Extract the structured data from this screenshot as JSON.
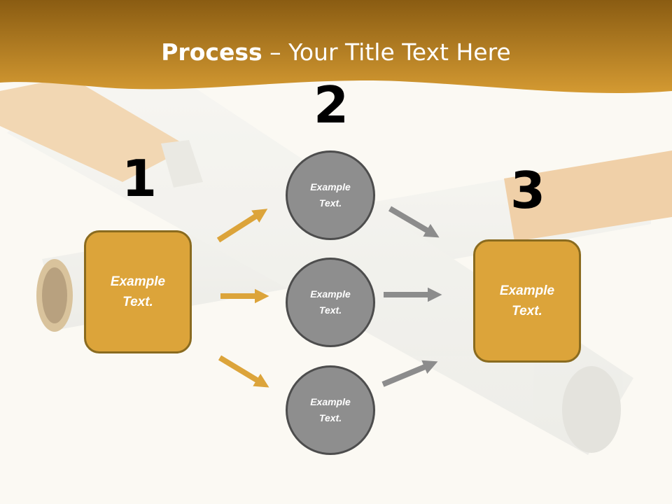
{
  "title": {
    "strong": "Process",
    "rest": " – Your Title Text Here"
  },
  "steps": [
    {
      "number": "1",
      "text": "Example Text."
    },
    {
      "number": "2"
    },
    {
      "number": "3",
      "text": "Example Text."
    }
  ],
  "circles": [
    {
      "text": "Example Text."
    },
    {
      "text": "Example Text."
    },
    {
      "text": "Example Text."
    }
  ],
  "colors": {
    "header": "#b8801f",
    "box": "#dca43a",
    "box_border": "#8a6b1f",
    "circle": "#8e8e8e",
    "circle_border": "#4d4d4d",
    "gold_arrow": "#dca43a",
    "gray_arrow": "#8c8c8c"
  }
}
